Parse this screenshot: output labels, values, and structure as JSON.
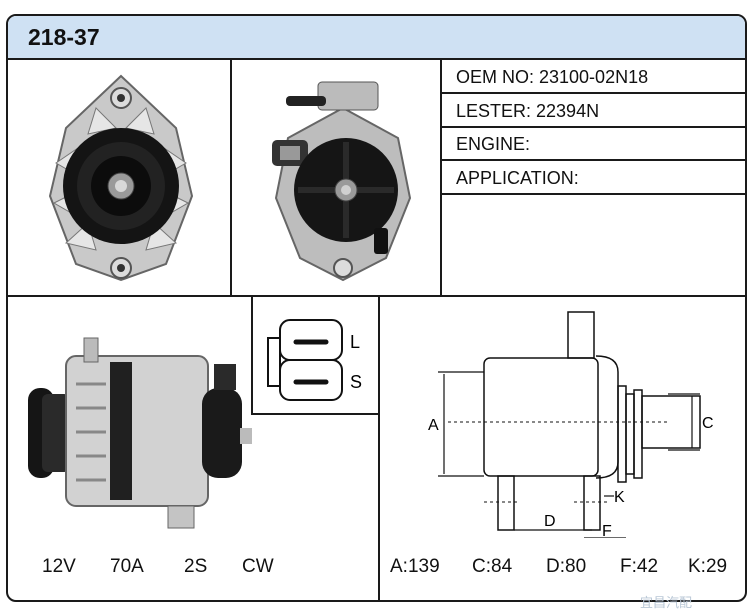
{
  "title": "218-37",
  "info": {
    "oem": "OEM NO: 23100-02N18",
    "lester": "LESTER: 22394N",
    "engine": "ENGINE:",
    "application": "APPLICATION:"
  },
  "connector": {
    "pin_top": "L",
    "pin_bottom": "S"
  },
  "dimensions_labels": {
    "a": "A",
    "c": "C",
    "d": "D",
    "f": "F",
    "k": "K"
  },
  "specs_left": [
    "12V",
    "70A",
    "2S",
    "CW"
  ],
  "specs_right": [
    "A:139",
    "C:84",
    "D:80",
    "F:42",
    "K:29"
  ],
  "watermark": "宜昌汽配"
}
